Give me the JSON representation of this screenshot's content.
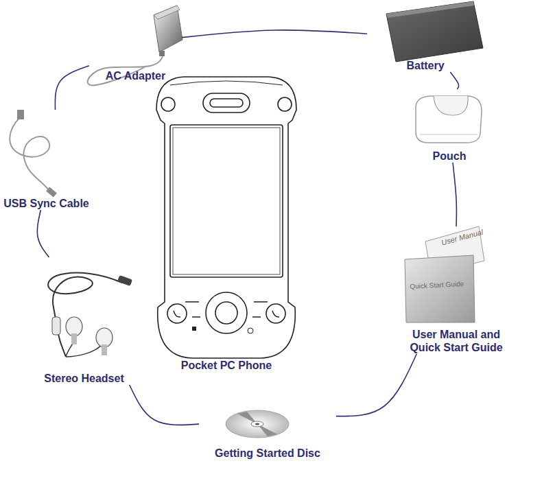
{
  "diagram": {
    "nodes": [
      {
        "text": [
          "AC Adapter"
        ]
      },
      {
        "text": [
          "Battery"
        ]
      },
      {
        "text": [
          "Pouch"
        ]
      },
      {
        "text": [
          "User Manual and Quick Start Guide"
        ]
      },
      {
        "text": [
          "Getting Started Disc"
        ]
      },
      {
        "text": [
          "Stereo Headset"
        ]
      },
      {
        "text": [
          "USB Sync Cable"
        ]
      },
      {
        "text": [
          "Pocket PC Phone"
        ]
      }
    ],
    "edges": [
      {
        "from": 0,
        "to": 1,
        "arrow": "none"
      },
      {
        "from": 1,
        "to": 2,
        "arrow": "none"
      },
      {
        "from": 2,
        "to": 3,
        "arrow": "none"
      },
      {
        "from": 3,
        "to": 4,
        "arrow": "none"
      },
      {
        "from": 4,
        "to": 5,
        "arrow": "none"
      },
      {
        "from": 5,
        "to": 6,
        "arrow": "none"
      },
      {
        "from": 6,
        "to": 0,
        "arrow": "none"
      }
    ],
    "labels": [
      "User Manual",
      "Quick Start Guide"
    ]
  }
}
